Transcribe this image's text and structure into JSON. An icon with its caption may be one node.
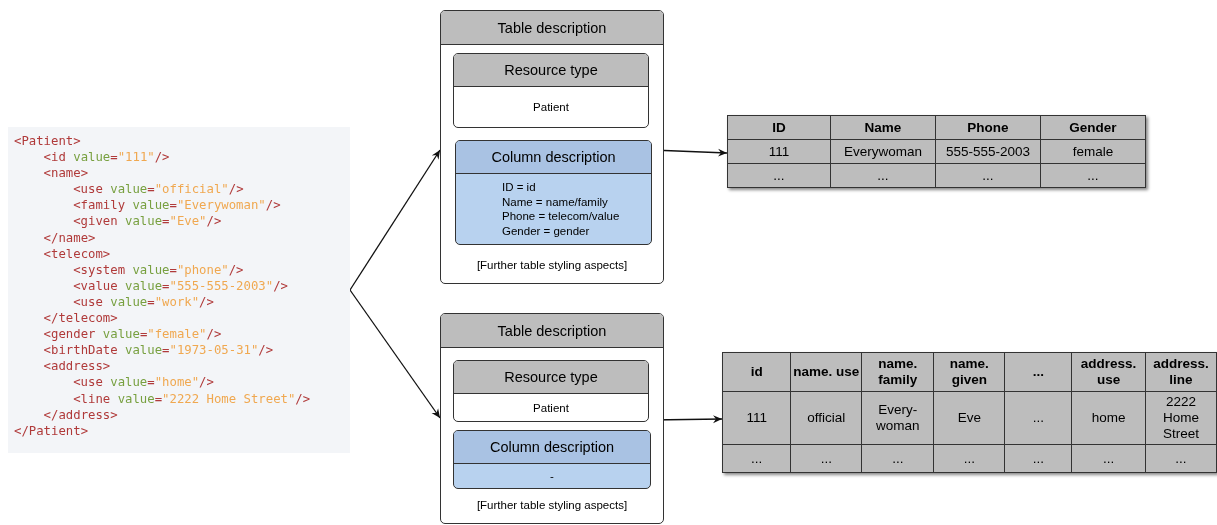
{
  "diagram": {
    "nodes": [
      {
        "text": [
          "<Patient>",
          "<id value=\"111\"/>",
          "<name>",
          "<use value=\"official\"/>",
          "<family value=\"Everywoman\"/>",
          "<given value=\"Eve\"/>",
          "</name>",
          "<telecom>",
          "<system value=\"phone\"/>",
          "<value value=\"555-555-2003\"/>",
          "<use value=\"work\"/>",
          "</telecom>",
          "<gender value=\"female\"/>",
          "<birthDate value=\"1973-05-31\"/>",
          "<address>",
          "<use value=\"home\"/>",
          "<line value=\"2222 Home Street\"/>",
          "</address>",
          "</Patient>"
        ]
      },
      {
        "text": [
          "Table description",
          "[Further table styling aspects]"
        ]
      },
      {
        "text": [
          "Resource type",
          "Patient"
        ],
        "in": 1
      },
      {
        "text": [
          "Column description",
          "ID = id",
          "Name = name/family",
          "Phone = telecom/value",
          "Gender = gender"
        ],
        "in": 1
      },
      {
        "text": [
          "ID",
          "Name",
          "Phone",
          "Gender",
          "111",
          "Everywoman",
          "555-555-2003",
          "female",
          "...",
          "...",
          "...",
          "..."
        ]
      },
      {
        "text": [
          "Table description",
          "[Further table styling aspects]"
        ]
      },
      {
        "text": [
          "Resource type",
          "Patient"
        ],
        "in": 5
      },
      {
        "text": [
          "Column description",
          "-"
        ],
        "in": 5
      },
      {
        "text": [
          "id",
          "name. use",
          "name. family",
          "name. given",
          "...",
          "address. use",
          "address. line",
          "111",
          "official",
          "Every-woman",
          "Eve",
          "...",
          "home",
          "2222 Home Street",
          "...",
          "...",
          "...",
          "...",
          "...",
          "...",
          "..."
        ]
      }
    ],
    "edges": [
      {
        "from": 0,
        "to": 1,
        "arrow": "to"
      },
      {
        "from": 0,
        "to": 5,
        "arrow": "to"
      },
      {
        "from": 3,
        "to": 4,
        "arrow": "to"
      },
      {
        "from": 7,
        "to": 8,
        "arrow": "to"
      }
    ]
  }
}
